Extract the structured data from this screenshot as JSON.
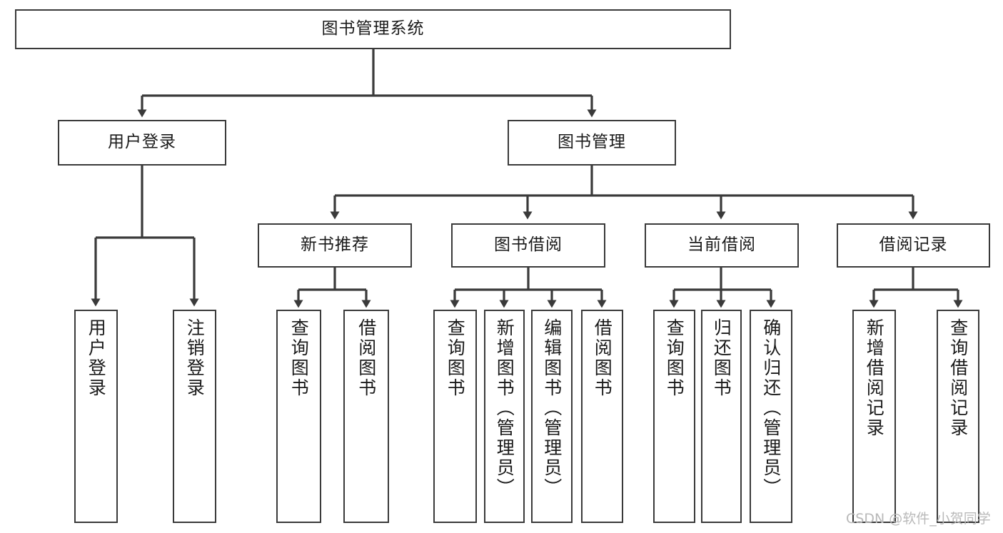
{
  "diagram": {
    "title": "图书管理系统",
    "type": "tree",
    "watermark": "CSDN @软件_小贺同学",
    "colors": {
      "box_border": "#3a3a3a",
      "box_fill": "#ffffff",
      "edge": "#3a3a3a",
      "text": "#1a1a1a",
      "watermark": "#b9b9b9"
    },
    "nodes": {
      "root": {
        "label": "图书管理系统"
      },
      "level2": [
        {
          "id": "user_login",
          "label": "用户登录"
        },
        {
          "id": "book_manage",
          "label": "图书管理"
        }
      ],
      "level3": [
        {
          "id": "new_book_rec",
          "label": "新书推荐"
        },
        {
          "id": "book_borrow",
          "label": "图书借阅"
        },
        {
          "id": "current_borrow",
          "label": "当前借阅"
        },
        {
          "id": "borrow_record",
          "label": "借阅记录"
        }
      ],
      "leaves": {
        "user_login": [
          {
            "id": "leaf_user_login",
            "label": "用户登录"
          },
          {
            "id": "leaf_logout",
            "label": "注销登录"
          }
        ],
        "new_book_rec": [
          {
            "id": "leaf_query_book_1",
            "label": "查询图书"
          },
          {
            "id": "leaf_borrow_book_1",
            "label": "借阅图书"
          }
        ],
        "book_borrow": [
          {
            "id": "leaf_query_book_2",
            "label": "查询图书"
          },
          {
            "id": "leaf_add_book",
            "label": "新增图书（管理员）"
          },
          {
            "id": "leaf_edit_book",
            "label": "编辑图书（管理员）"
          },
          {
            "id": "leaf_borrow_book_2",
            "label": "借阅图书"
          }
        ],
        "current_borrow": [
          {
            "id": "leaf_query_book_3",
            "label": "查询图书"
          },
          {
            "id": "leaf_return_book",
            "label": "归还图书"
          },
          {
            "id": "leaf_confirm_return",
            "label": "确认归还（管理员）"
          }
        ],
        "borrow_record": [
          {
            "id": "leaf_add_record",
            "label": "新增借阅记录"
          },
          {
            "id": "leaf_query_record",
            "label": "查询借阅记录"
          }
        ]
      }
    }
  }
}
